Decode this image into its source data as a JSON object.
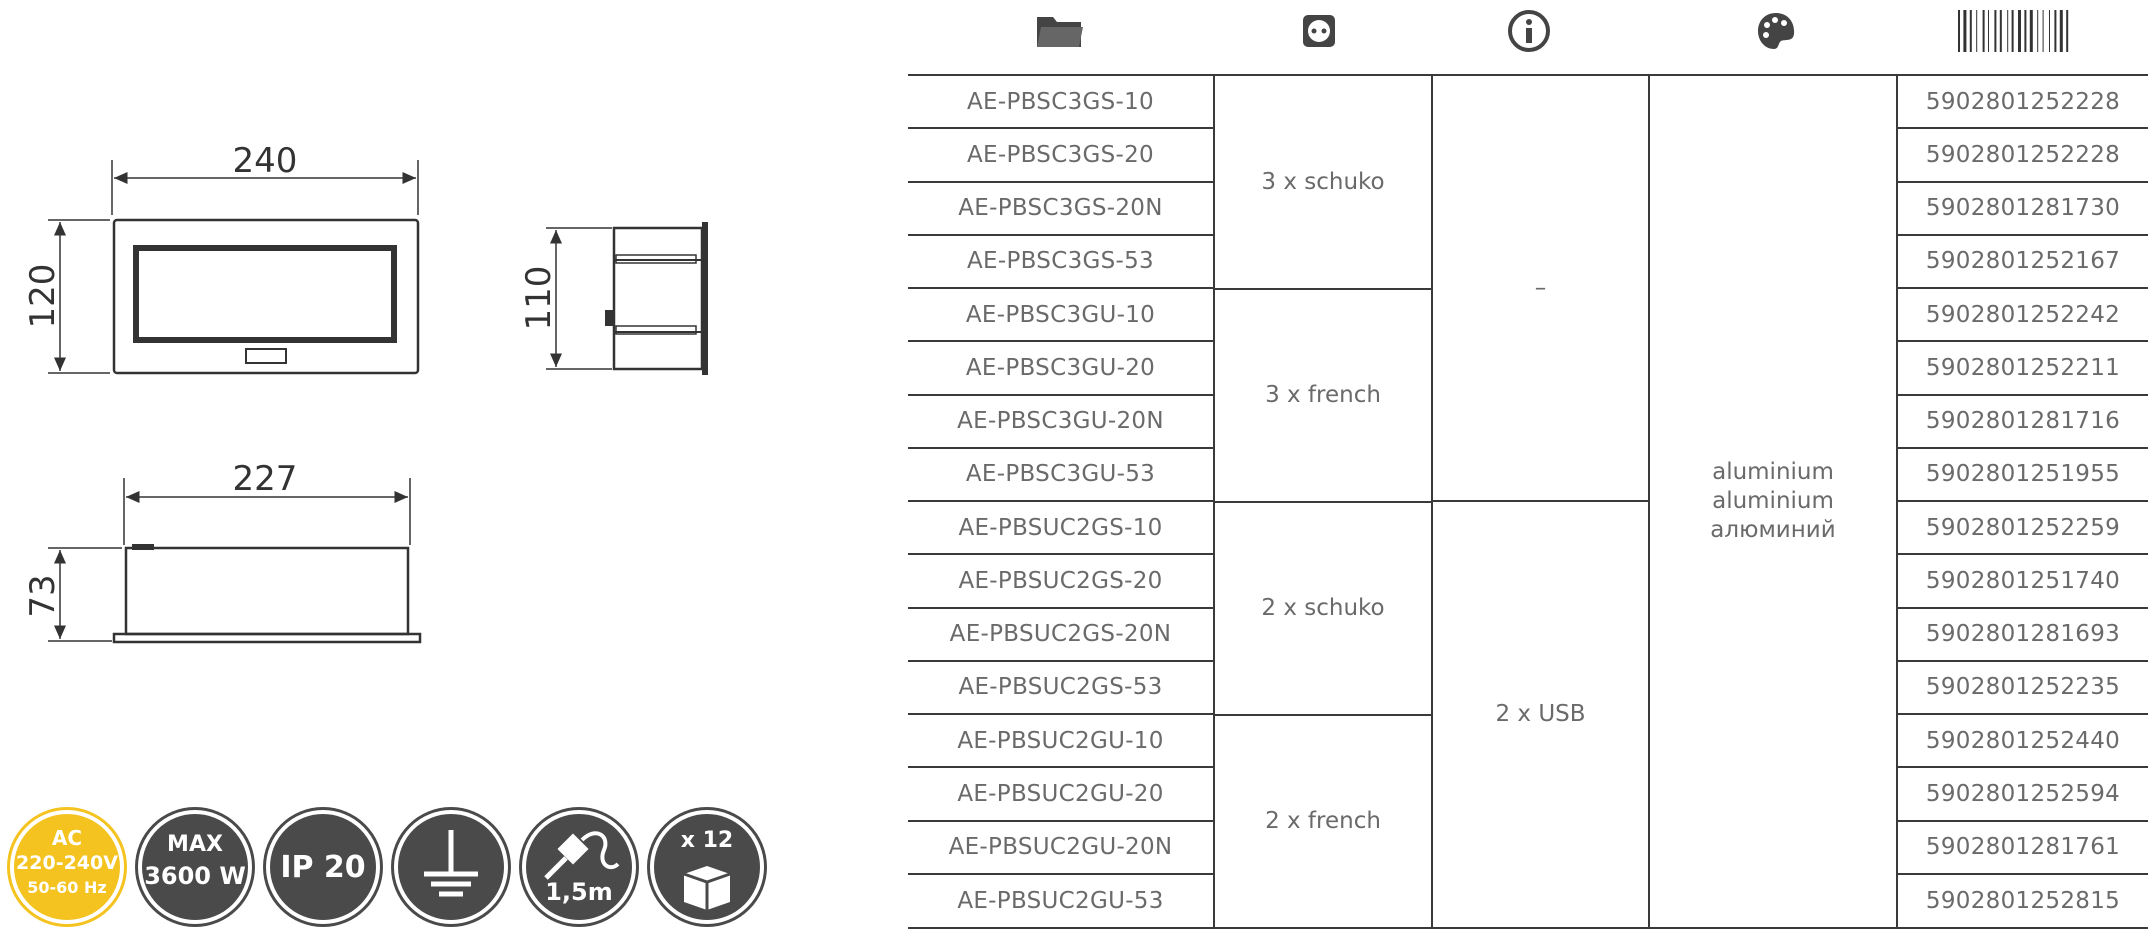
{
  "drawings": {
    "top_view": {
      "width_dim": "240",
      "height_dim": "120"
    },
    "side_view": {
      "height_dim": "110"
    },
    "bottom_view": {
      "width_dim": "227",
      "height_dim": "73"
    }
  },
  "badges": {
    "voltage": {
      "line1": "AC",
      "line2": "220-240V",
      "line3": "50-60 Hz"
    },
    "power": {
      "line1": "MAX",
      "line2": "3600 W"
    },
    "ip": {
      "label": "IP 20"
    },
    "ground": {
      "icon": "ground-icon"
    },
    "cable": {
      "label": "1,5m"
    },
    "pack": {
      "label": "x 12"
    }
  },
  "table": {
    "header_icons": [
      "folder-icon",
      "socket-icon",
      "info-icon",
      "palette-icon",
      "barcode-icon"
    ],
    "models": [
      "AE-PBSC3GS-10",
      "AE-PBSC3GS-20",
      "AE-PBSC3GS-20N",
      "AE-PBSC3GS-53",
      "AE-PBSC3GU-10",
      "AE-PBSC3GU-20",
      "AE-PBSC3GU-20N",
      "AE-PBSC3GU-53",
      "AE-PBSUC2GS-10",
      "AE-PBSUC2GS-20",
      "AE-PBSUC2GS-20N",
      "AE-PBSUC2GS-53",
      "AE-PBSUC2GU-10",
      "AE-PBSUC2GU-20",
      "AE-PBSUC2GU-20N",
      "AE-PBSUC2GU-53"
    ],
    "sockets": [
      "3 x schuko",
      "3 x french",
      "2 x schuko",
      "2 x french"
    ],
    "info": [
      "–",
      "2 x USB"
    ],
    "material": [
      "aluminium",
      "aluminium",
      "алюминий"
    ],
    "eans": [
      "5902801252228",
      "5902801252228",
      "5902801281730",
      "5902801252167",
      "5902801252242",
      "5902801252211",
      "5902801281716",
      "5902801251955",
      "5902801252259",
      "5902801251740",
      "5902801281693",
      "5902801252235",
      "5902801252440",
      "5902801252594",
      "5902801281761",
      "5902801252815"
    ]
  }
}
